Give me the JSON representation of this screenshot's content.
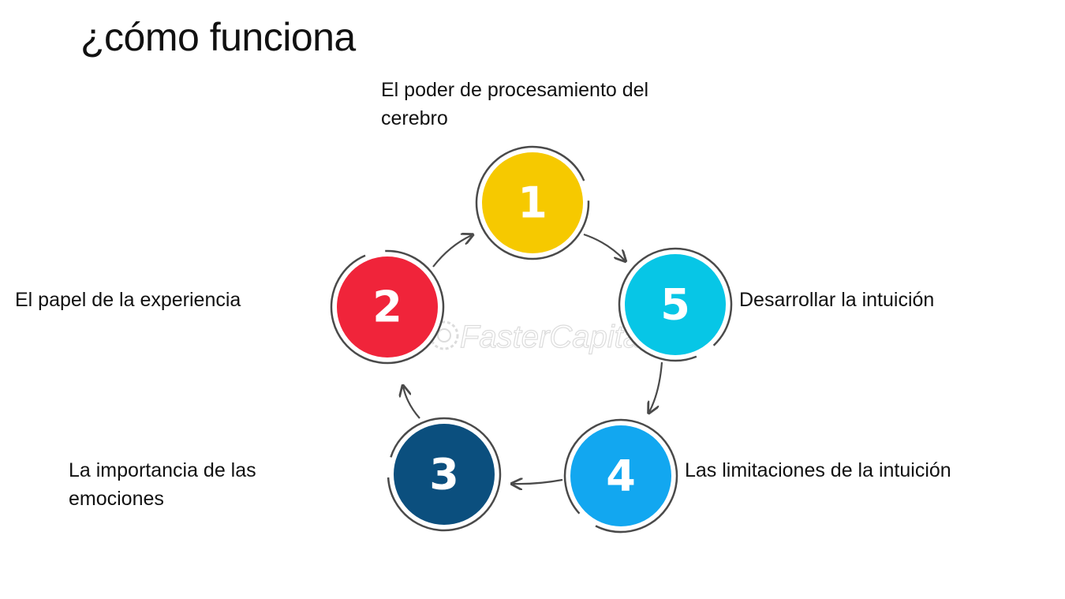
{
  "title": "¿cómo funciona",
  "watermark": "FasterCapital",
  "colors": {
    "node_1": "#F6C900",
    "node_2": "#F0243A",
    "node_3": "#0B4F7E",
    "node_4": "#12A7F0",
    "node_5": "#07C6E6",
    "ring": "#4a4a4a",
    "arrow": "#4a4a4a"
  },
  "steps": [
    {
      "number": "1",
      "label": "El poder de procesamiento del\ncerebro"
    },
    {
      "number": "2",
      "label": "El papel de la experiencia"
    },
    {
      "number": "3",
      "label": "La importancia de las\nemociones"
    },
    {
      "number": "4",
      "label": "Las limitaciones de la intuición"
    },
    {
      "number": "5",
      "label": "Desarrollar la intuición"
    }
  ]
}
